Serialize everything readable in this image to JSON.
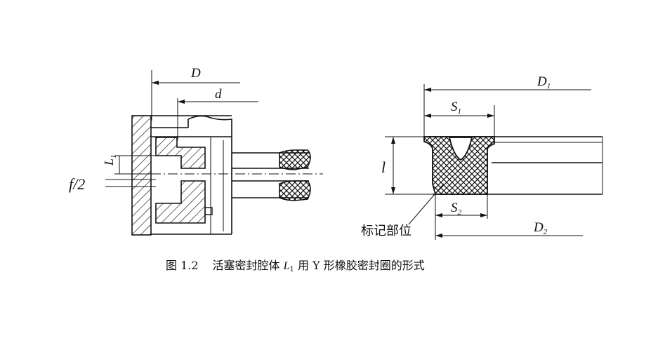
{
  "labels": {
    "D": "D",
    "d": "d",
    "L1": "L",
    "L1_sub": "1",
    "f2": "f/2",
    "D1": "D",
    "D1_sub": "1",
    "S1": "S",
    "S1_sub": "1",
    "l": "l",
    "S2": "S",
    "S2_sub": "2",
    "D2": "D",
    "D2_sub": "2",
    "mark_position": "标记部位"
  },
  "caption": {
    "number": "图 1.2",
    "text_before": "活塞密封腔体 ",
    "symbol": "L",
    "symbol_sub": "1",
    "text_after": " 用 Y 形橡胶密封圈的形式"
  }
}
